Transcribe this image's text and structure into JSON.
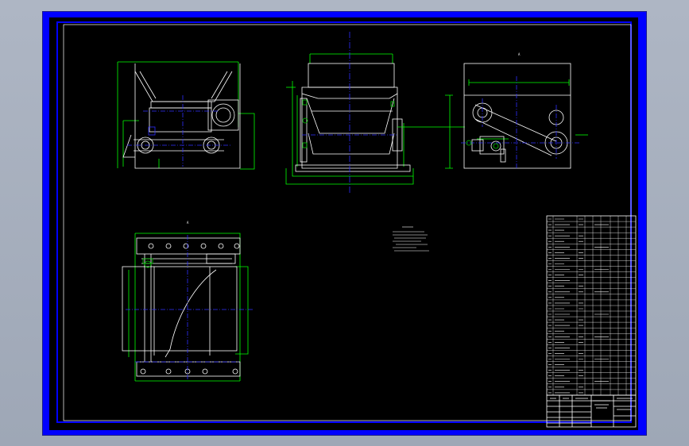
{
  "colors": {
    "background": "#a9b1bf",
    "frame": "#0000ff",
    "canvas": "#000000",
    "outline": "#ffffff",
    "dimension": "#00ff00",
    "centerline": "#1c1cff",
    "hidden": "#2f2fff",
    "part_marker": "#00cc00"
  },
  "views": [
    "front-view",
    "side-view",
    "right-view",
    "top-view"
  ],
  "icons": [
    "drive-pulley-icon",
    "motor-icon",
    "bearing-icon"
  ],
  "labels": {
    "right_view_mark": "A",
    "top_view_mark": "A"
  }
}
